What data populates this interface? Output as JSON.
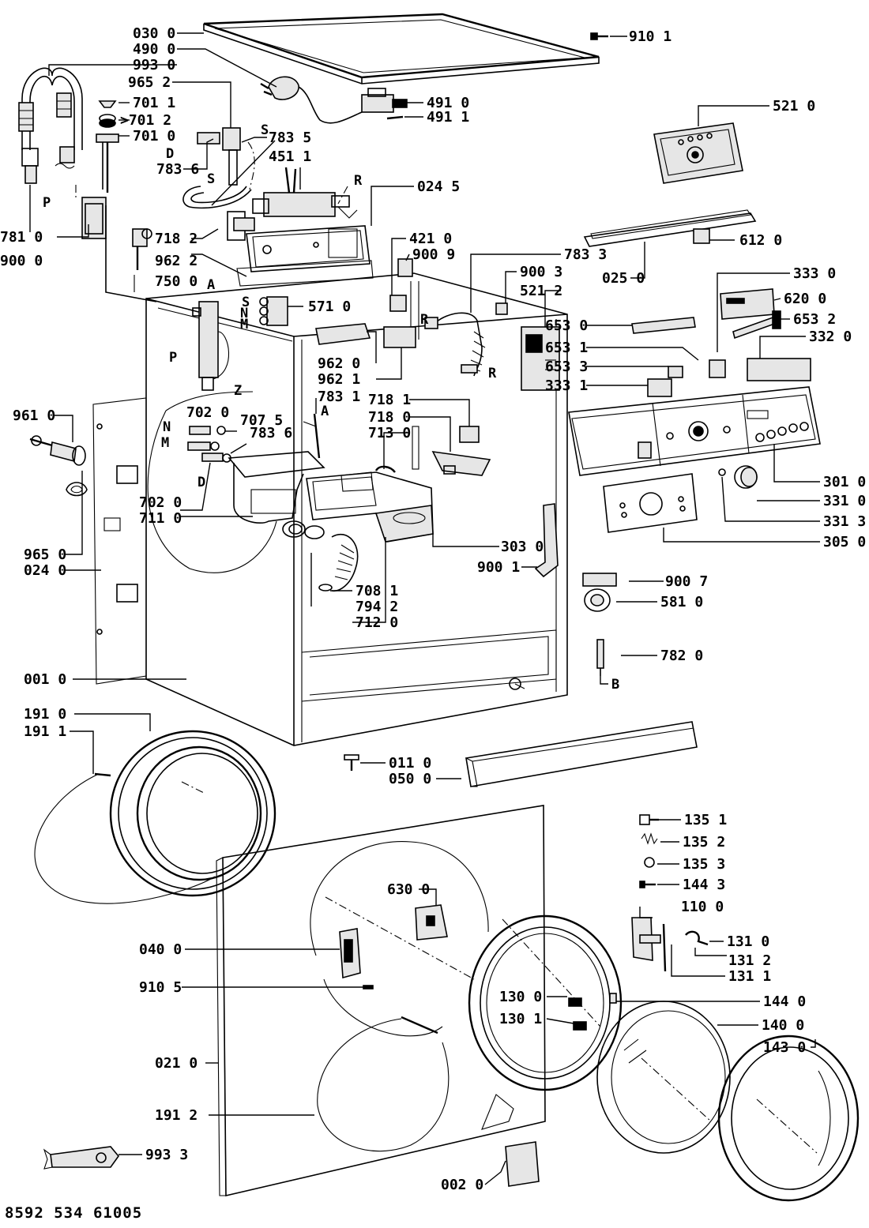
{
  "labels": {
    "l030_0": "030 0",
    "l490_0": "490 0",
    "l993_0": "993 0",
    "l965_2": "965 2",
    "l701_1": "701 1",
    "l701_2": "701 2",
    "l701_0": "701 0",
    "l910_1": "910 1",
    "l491_0": "491 0",
    "l491_1": "491 1",
    "l521_0": "521 0",
    "l783_5": "783 5",
    "l451_1": "451 1",
    "l783_6a": "783 6",
    "l024_5": "024 5",
    "l781_0": "781 0",
    "l900_0": "900 0",
    "l718_2": "718 2",
    "l962_2": "962 2",
    "l750_0": "750 0",
    "l421_0": "421 0",
    "l900_9": "900 9",
    "l783_3": "783 3",
    "l900_3": "900 3",
    "l521_2": "521 2",
    "l571_0": "571 0",
    "l612_0": "612 0",
    "l025_0": "025 0",
    "l333_0": "333 0",
    "l620_0": "620 0",
    "l653_0": "653 0",
    "l653_2": "653 2",
    "l653_1": "653 1",
    "l332_0": "332 0",
    "l653_3": "653 3",
    "l333_1": "333 1",
    "l962_0": "962 0",
    "l962_1": "962 1",
    "l783_1": "783 1",
    "l961_0": "961 0",
    "l702_0a": "702 0",
    "l707_5": "707 5",
    "l783_6b": "783 6",
    "l718_1": "718 1",
    "l718_0": "718 0",
    "l713_0": "713 0",
    "l702_0b": "702 0",
    "l711_0": "711 0",
    "l301_0": "301 0",
    "l331_0": "331 0",
    "l331_3": "331 3",
    "l305_0": "305 0",
    "l303_0": "303 0",
    "l965_0": "965 0",
    "l024_0": "024 0",
    "l900_1": "900 1",
    "l708_1": "708 1",
    "l794_2": "794 2",
    "l712_0": "712 0",
    "l900_7": "900 7",
    "l581_0": "581 0",
    "l782_0": "782 0",
    "l001_0": "001 0",
    "l191_0": "191 0",
    "l191_1": "191 1",
    "l011_0": "011 0",
    "l050_0": "050 0",
    "l135_1": "135 1",
    "l135_2": "135 2",
    "l135_3": "135 3",
    "l144_3": "144 3",
    "l110_0": "110 0",
    "l630_0": "630 0",
    "l131_0": "131 0",
    "l040_0": "040 0",
    "l131_2": "131 2",
    "l131_1": "131 1",
    "l910_5": "910 5",
    "l130_0": "130 0",
    "l144_0": "144 0",
    "l130_1": "130 1",
    "l140_0": "140 0",
    "l143_0": "143 0",
    "l021_0": "021 0",
    "l191_2": "191 2",
    "l993_3": "993 3",
    "l002_0": "002 0"
  },
  "letters": {
    "S1": "S",
    "S2": "S",
    "D1": "D",
    "R1": "R",
    "P1": "P",
    "A1": "A",
    "S3": "S",
    "N1": "N",
    "M1": "M",
    "P2": "P",
    "Z1": "Z",
    "R2": "R",
    "R3": "R",
    "A2": "A",
    "N2": "N",
    "M2": "M",
    "D2": "D",
    "B1": "B"
  },
  "document_code": "8592 534 61005"
}
